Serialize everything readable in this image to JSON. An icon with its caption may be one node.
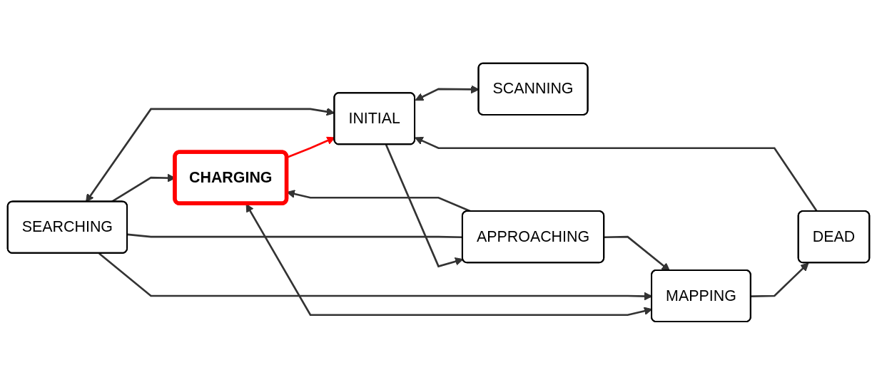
{
  "diagram": {
    "nodes": [
      {
        "text": [
          "SEARCHING"
        ]
      },
      {
        "text": [
          "INITIAL"
        ]
      },
      {
        "text": [
          "CHARGING"
        ]
      },
      {
        "text": [
          "MAPPING"
        ]
      },
      {
        "text": [
          "DEAD"
        ]
      },
      {
        "text": [
          "SCANNING"
        ]
      },
      {
        "text": [
          "APPROACHING"
        ]
      }
    ],
    "edges": [
      {
        "from": 4,
        "to": 1,
        "arrow": "to"
      },
      {
        "from": 1,
        "to": 0,
        "arrow": "both"
      },
      {
        "from": 1,
        "to": 6,
        "arrow": "to"
      },
      {
        "from": 2,
        "to": 1,
        "arrow": "to",
        "color": "#ff0000"
      },
      {
        "from": 0,
        "to": 2,
        "arrow": "to"
      },
      {
        "from": 6,
        "to": 2,
        "arrow": "to"
      },
      {
        "from": 2,
        "to": 3,
        "arrow": "both"
      },
      {
        "from": 0,
        "to": 3,
        "arrow": "to"
      },
      {
        "from": 6,
        "to": 3,
        "arrow": "to"
      },
      {
        "from": 3,
        "to": 4,
        "arrow": "to"
      },
      {
        "from": 0,
        "to": 6,
        "arrow": "none"
      },
      {
        "from": 1,
        "to": 5,
        "arrow": "both"
      }
    ]
  }
}
